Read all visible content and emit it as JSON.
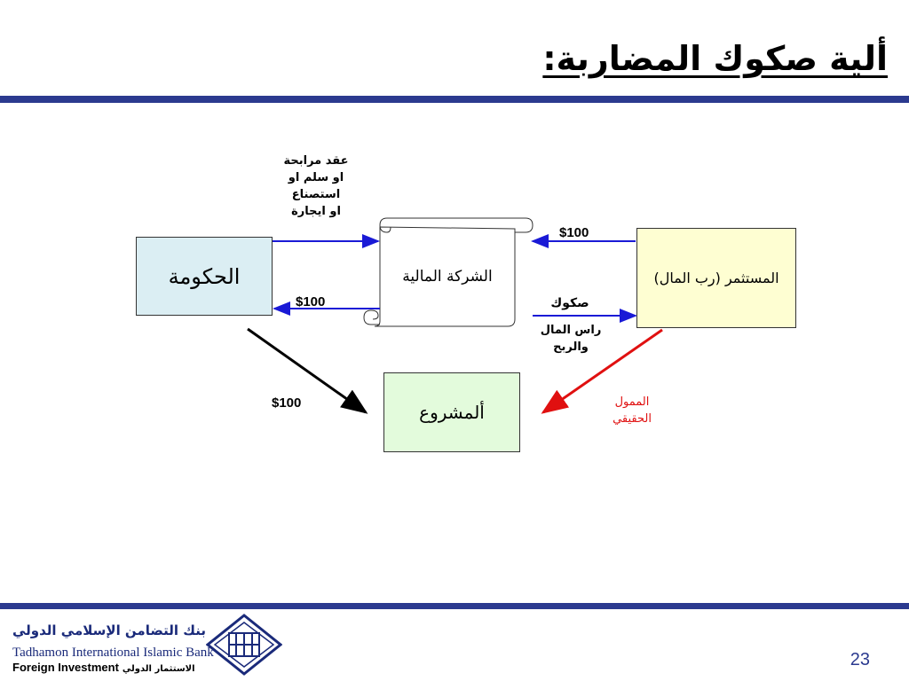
{
  "title": "ألية صكوك المضاربة:",
  "boxes": {
    "government": "الحكومة",
    "finance_company": "الشركة المالية",
    "investor": "المستثمر (رب المال)",
    "project": "ألمشروع"
  },
  "labels": {
    "contract": "عقد مرابحة\nاو سلم او\nاستصناع\nاو ايجارة",
    "investor_to_company_amount": "$100",
    "company_to_government_amount": "$100",
    "sukuk": "صكوك",
    "capital_profit": "راس المال\nوالربح",
    "government_to_project_amount": "$100",
    "real_financier": "الممول\nالحقيقي"
  },
  "colors": {
    "title_bar": "#2b3a8f",
    "arrow_blue": "#1a1ad6",
    "arrow_red": "#e01010",
    "arrow_black": "#000000",
    "government_fill": "#dbeef3",
    "investor_fill": "#fefed2",
    "project_fill": "#e3fbdc",
    "real_financier_text": "#e01010"
  },
  "footer": {
    "bank_name_ar": "بنك التضامن الإسلامي الدولي",
    "bank_name_en": "Tadhamon International Islamic Bank",
    "department_en": "Foreign Investment",
    "department_ar": "الاستثمار الدولي",
    "page_number": "23"
  }
}
